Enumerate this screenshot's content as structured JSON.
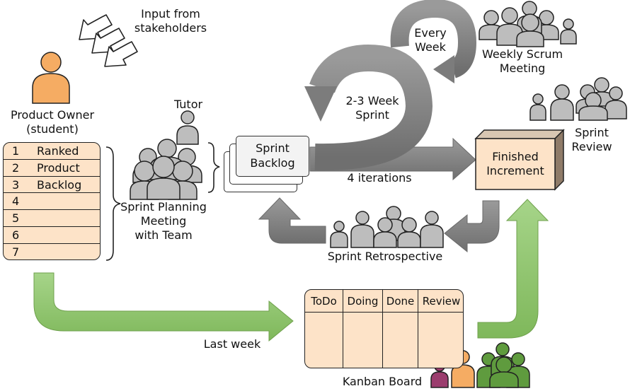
{
  "stakeholders": {
    "label_line1": "Input from",
    "label_line2": "stakeholders"
  },
  "product_owner": {
    "label_line1": "Product Owner",
    "label_line2": "(student)"
  },
  "backlog": {
    "rows": [
      {
        "num": "1",
        "text": "Ranked"
      },
      {
        "num": "2",
        "text": "Product"
      },
      {
        "num": "3",
        "text": "Backlog"
      },
      {
        "num": "4",
        "text": ""
      },
      {
        "num": "5",
        "text": ""
      },
      {
        "num": "6",
        "text": ""
      },
      {
        "num": "7",
        "text": ""
      }
    ]
  },
  "tutor": {
    "label": "Tutor"
  },
  "planning": {
    "line1": "Sprint Planning",
    "line2": "Meeting",
    "line3": "with Team"
  },
  "sprint_backlog": {
    "line1": "Sprint",
    "line2": "Backlog"
  },
  "sprint_cycle": {
    "line1": "2-3 Week",
    "line2": "Sprint"
  },
  "weekly_cycle": {
    "line1": "Every",
    "line2": "Week"
  },
  "weekly_scrum": {
    "line1": "Weekly Scrum",
    "line2": "Meeting"
  },
  "iterations": {
    "label": "4 iterations"
  },
  "increment": {
    "line1": "Finished",
    "line2": "Increment"
  },
  "review": {
    "line1": "Sprint",
    "line2": "Review"
  },
  "retrospective": {
    "label": "Sprint Retrospective"
  },
  "last_week": {
    "label": "Last week"
  },
  "kanban": {
    "columns": [
      "ToDo",
      "Doing",
      "Done",
      "Review"
    ],
    "label": "Kanban Board"
  },
  "colors": {
    "orange": "#f5ac63",
    "gray_person": "#bdbdbd",
    "gray_arrow": "#8a8a8a",
    "green": "#8dc46a",
    "dark_green": "#5f9b3e",
    "magenta": "#9b3d6e",
    "peach": "#fde3c8"
  }
}
